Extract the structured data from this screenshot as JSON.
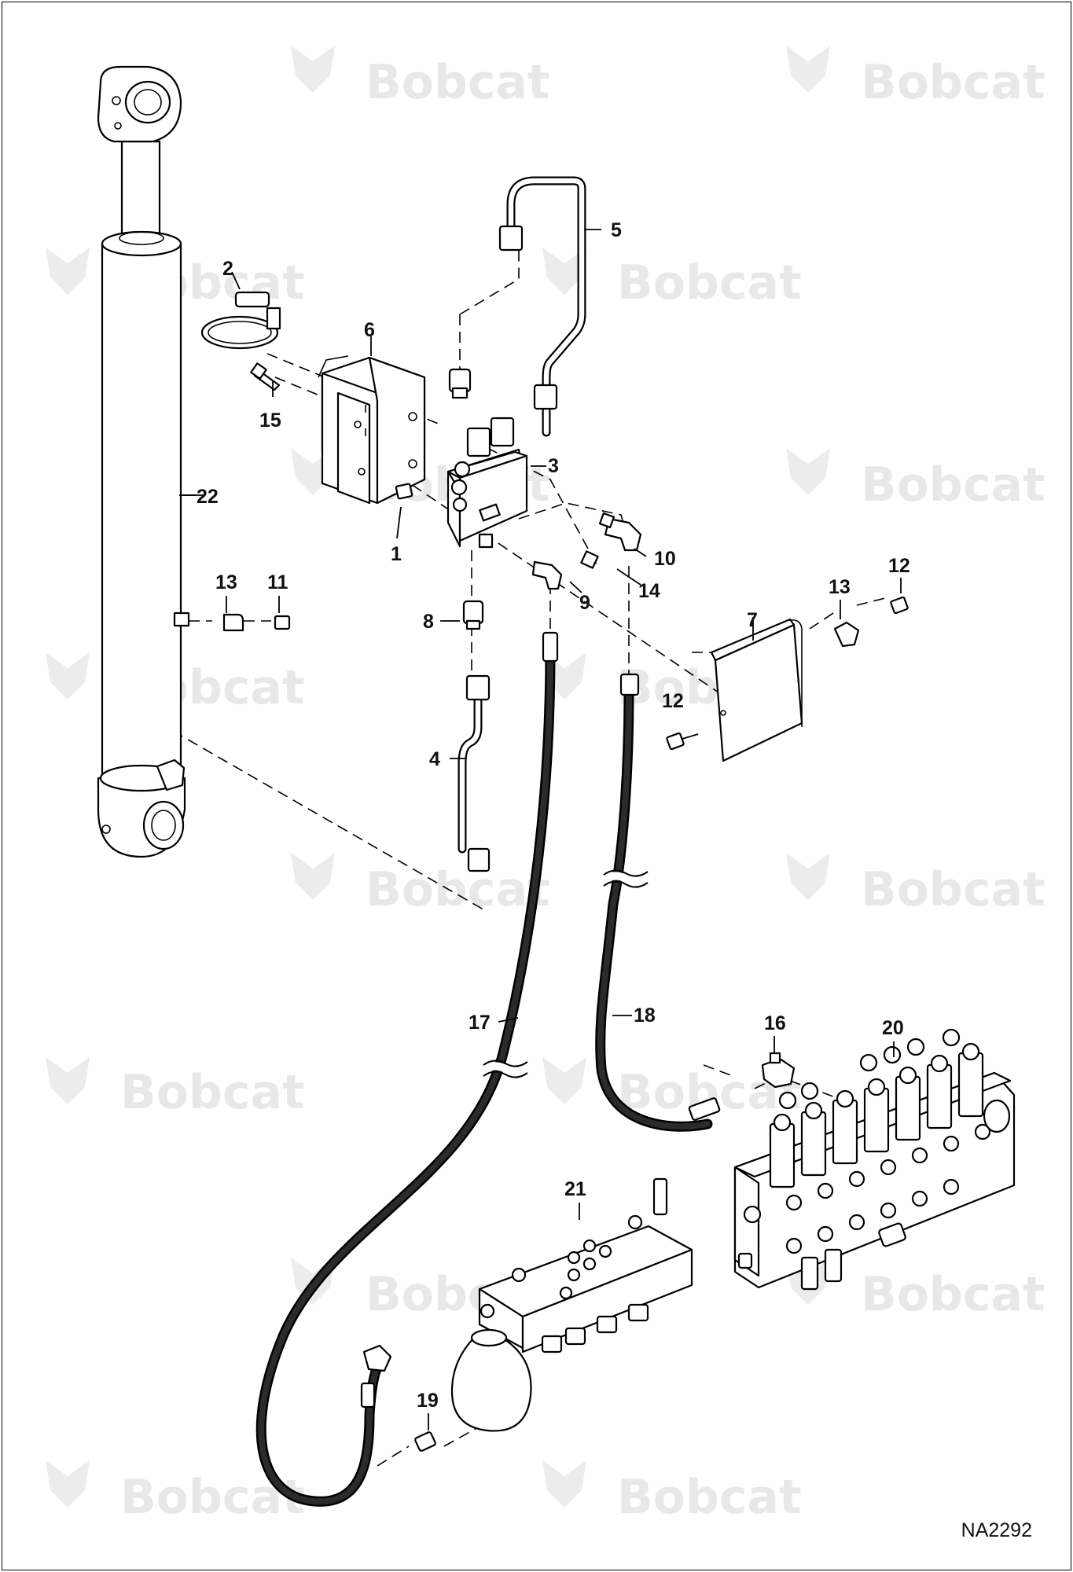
{
  "figure_id": "NA2292",
  "watermark_text": "Bobcat",
  "callouts": {
    "c1": "1",
    "c2": "2",
    "c3": "3",
    "c4": "4",
    "c5": "5",
    "c6": "6",
    "c7": "7",
    "c8": "8",
    "c9": "9",
    "c10": "10",
    "c11": "11",
    "c12a": "12",
    "c12b": "12",
    "c13a": "13",
    "c13b": "13",
    "c14": "14",
    "c15": "15",
    "c16": "16",
    "c17": "17",
    "c18": "18",
    "c19": "19",
    "c20": "20",
    "c21": "21",
    "c22": "22"
  }
}
